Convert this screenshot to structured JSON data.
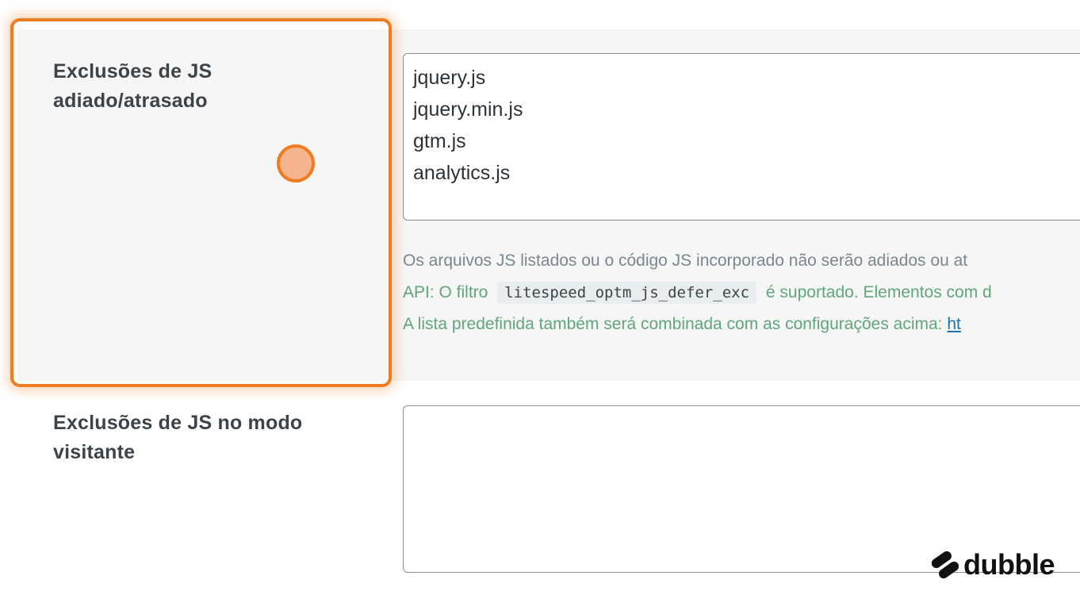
{
  "setting_rows": [
    {
      "label": "Exclusões de JS adiado/atrasado",
      "textarea_lines": [
        "jquery.js",
        "jquery.min.js",
        "gtm.js",
        "analytics.js"
      ],
      "description": {
        "line1": "Os arquivos JS listados ou o código JS incorporado não serão adiados ou at",
        "line2_prefix": "API: O filtro",
        "line2_code": "litespeed_optm_js_defer_exc",
        "line2_suffix": "é suportado. Elementos com d",
        "line3_text": "A lista predefinida também será combinada com as configurações acima:",
        "line3_link": "ht"
      }
    },
    {
      "label": "Exclusões de JS no modo visitante",
      "textarea_lines": []
    }
  ],
  "brand": {
    "logo_text": "dubble",
    "logo_icon": "dubble-logo-icon"
  },
  "colors": {
    "highlight": "#ee7d22",
    "cursor_fill": "#f5b48e",
    "row_background": "#f5f6f5",
    "description_gray": "#7a8792",
    "description_green": "#5fa67a",
    "link": "#2271b1"
  }
}
